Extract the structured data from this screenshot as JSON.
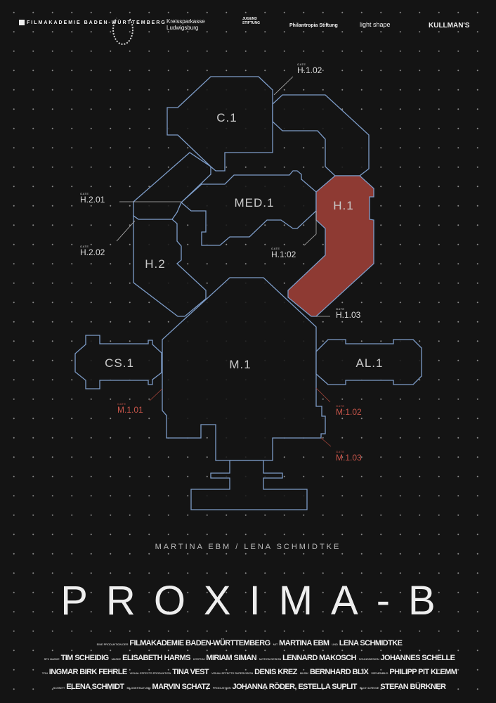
{
  "logos": [
    "FILMAKADEMIE BADEN-WÜRTTEMBERG",
    "Kreissparkasse Ludwigsburg",
    "JUGEND STIFTUNG",
    "Philantropia Stiftung",
    "light shape",
    "KULLMAN'S"
  ],
  "colors": {
    "background": "#141414",
    "wall": "#7d9cc8",
    "highlight_room": "#8e3a33",
    "gate_red": "#c8554a"
  },
  "rooms": {
    "c1": "C.1",
    "med1": "MED.1",
    "h1": "H.1",
    "h2": "H.2",
    "m1": "M.1",
    "cs1": "CS.1",
    "al1": "AL.1"
  },
  "gate_word": "GATE",
  "gates": {
    "h102_top": "H.1.02",
    "h201": "H.2.01",
    "h202": "H.2.02",
    "h102_inner": "H.1:02",
    "h103": "H.1.03",
    "m101": "M.1.01",
    "m102": "M:1.02",
    "m103": "M.1.03"
  },
  "cast": "MARTINA EBM / LENA SCHMIDTKE",
  "title": "PROXIMA-B",
  "credits": [
    [
      {
        "k": "EINE PRODUKTION DER",
        "v": "FILMAKADEMIE BADEN-WÜRTTEMBERG"
      },
      {
        "k": "MIT",
        "v": "MARTINA EBM"
      },
      {
        "k": "UND",
        "v": "LENA SCHMIDTKE"
      }
    ],
    [
      {
        "k": "SFX MASKE",
        "v": "TIM SCHEIDIG"
      },
      {
        "k": "MASKE",
        "v": "ELISABETH HARMS"
      },
      {
        "k": "KOSTÜM",
        "v": "MIRIAM SIMAN"
      },
      {
        "k": "MOTION DESIGN",
        "v": "LENNARD MAKOSCH"
      },
      {
        "k": "SOUNDDESIGN",
        "v": "JOHANNES SCHELLE"
      }
    ],
    [
      {
        "k": "TON",
        "v": "INGMAR BIRK FEHRLE"
      },
      {
        "k": "VISUAL EFFECTS PRODUKTION",
        "v": "TINA VEST"
      },
      {
        "k": "VISUAL EFFECTS SUPERVISION",
        "v": "DENIS KREZ"
      },
      {
        "k": "MUSIK",
        "v": "BERNHARD BLIX"
      },
      {
        "k": "SZENENBILD",
        "v": "PHILIPP PIT KLEMM"
      }
    ],
    [
      {
        "k": "SCHNITT",
        "v": "ELENA SCHMIDT"
      },
      {
        "k": "BILDGESTALTUNG",
        "v": "MARVIN SCHATZ"
      },
      {
        "k": "PRODUKTION",
        "v": "JOHANNA RÖDER, ESTELLA SUPLIT"
      },
      {
        "k": "BUCH & REGIE",
        "v": "STEFAN BÜRKNER"
      }
    ]
  ]
}
